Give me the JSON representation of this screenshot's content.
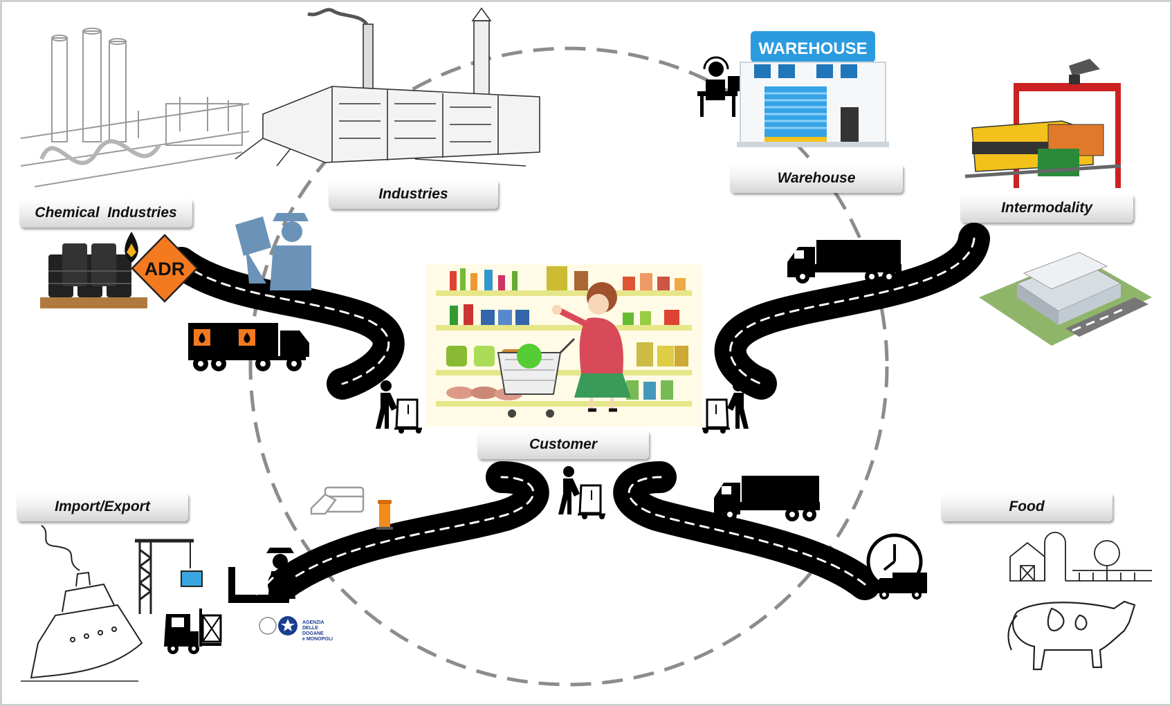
{
  "labels": {
    "chemical": "Chemical  Industries",
    "industries": "Industries",
    "warehouse": "Warehouse",
    "intermodality": "Intermodality",
    "customer": "Customer",
    "import_export": "Import/Export",
    "food": "Food"
  },
  "signs": {
    "warehouse_sign": "WAREHOUSE",
    "adr": "ADR",
    "customs_agency_line1": "AGENZIA",
    "customs_agency_line2": "DELLE",
    "customs_agency_line3": "DOGANE",
    "customs_agency_line4": "e MONOPOLI"
  },
  "colors": {
    "circle_dash": "#8c8c8c",
    "road": "#000000",
    "adr_orange": "#f47a1f",
    "warehouse_blue": "#2b9be0",
    "customs_blue": "#6b93b8",
    "barrier_orange": "#f28a1c"
  },
  "icons": [
    "chemical-plant-sketch",
    "factory-sketch",
    "call-center-operator-icon",
    "warehouse-building-icon",
    "container-crane-train-icon",
    "logistics-hub-icon",
    "oil-barrels-icon",
    "adr-hazard-sign-icon",
    "customs-officer-icon",
    "hazmat-tanker-truck-icon",
    "worker-hand-truck-icon",
    "supermarket-shopper-icon",
    "delivery-truck-icon",
    "ship-sketch",
    "port-crane-icon",
    "forklift-icon",
    "customs-agent-icon",
    "card-payment-icon",
    "traffic-barrier-icon",
    "customs-agency-logo",
    "clock-delivery-van-icon",
    "farm-sketch",
    "cow-sketch"
  ]
}
